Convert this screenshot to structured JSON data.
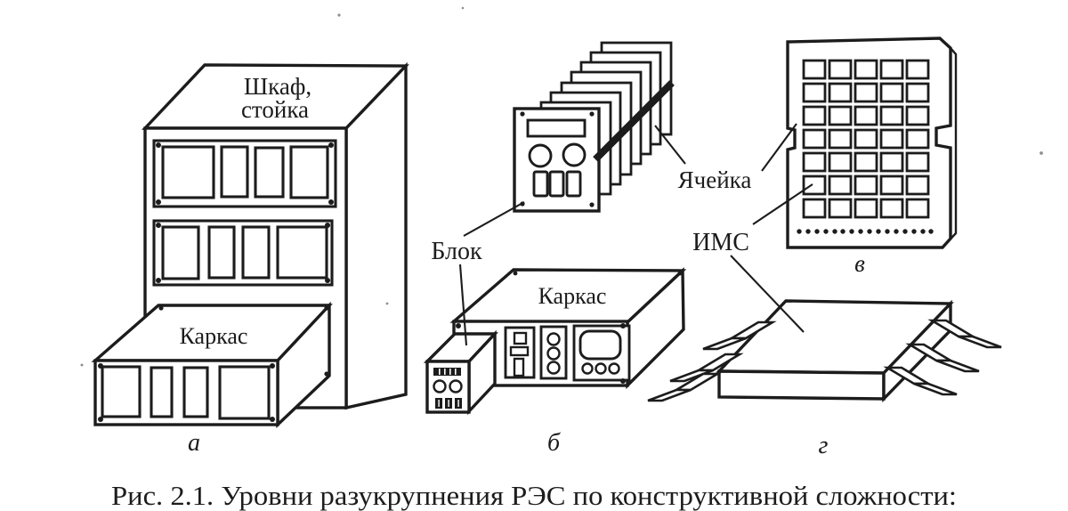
{
  "page": {
    "paper_color": "#ffffff",
    "ink_color": "#1c1c1c"
  },
  "figure": {
    "caption": "Рис. 2.1. Уровни разукрупнения РЭС по конструктивной сложности:",
    "labels": {
      "cabinet_line1": "Шкаф,",
      "cabinet_line2": "стойка",
      "frame_a": "Каркас",
      "frame_b": "Каркас",
      "block": "Блок",
      "cell": "Ячейка",
      "ims": "ИМС",
      "letter_a": "а",
      "letter_b": "б",
      "letter_v": "в",
      "letter_g": "г"
    }
  }
}
